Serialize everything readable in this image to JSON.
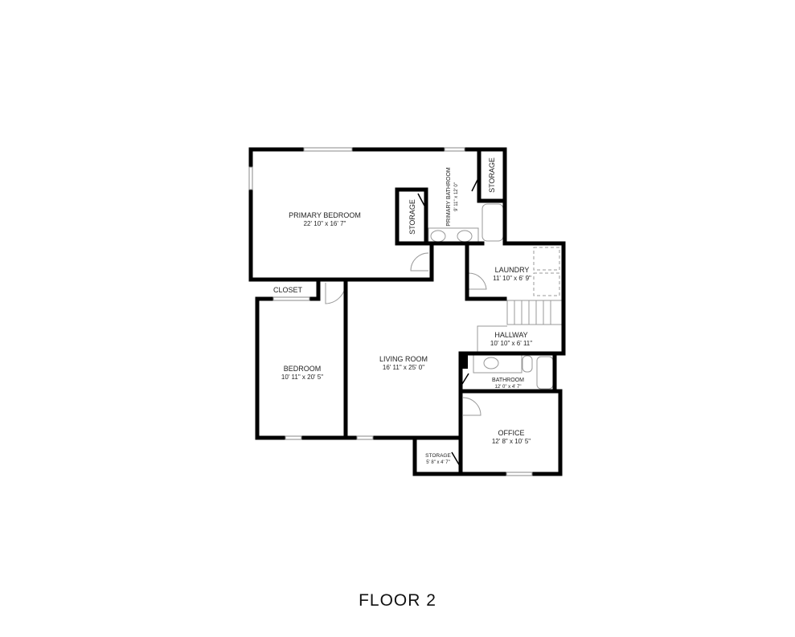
{
  "floor_title": "FLOOR 2",
  "rooms": [
    {
      "name": "PRIMARY BEDROOM",
      "size": "22' 10\" x 16' 7\""
    },
    {
      "name": "PRIMARY BATHROOM",
      "size": "9' 11\" x 12' 0\""
    },
    {
      "name": "STORAGE",
      "size": ""
    },
    {
      "name": "STORAGE",
      "size": ""
    },
    {
      "name": "CLOSET",
      "size": ""
    },
    {
      "name": "LAUNDRY",
      "size": "11' 10\" x 6' 9\""
    },
    {
      "name": "HALLWAY",
      "size": "10' 10\" x 6' 11\""
    },
    {
      "name": "BEDROOM",
      "size": "10' 11\" x 20' 5\""
    },
    {
      "name": "LIVING ROOM",
      "size": "16' 11\" x 25' 0\""
    },
    {
      "name": "BATHROOM",
      "size": "12' 0\" x 4' 7\""
    },
    {
      "name": "OFFICE",
      "size": "12' 8\" x 10' 5\""
    },
    {
      "name": "STORAGE",
      "size": "5' 8\" x 4' 7\""
    }
  ]
}
